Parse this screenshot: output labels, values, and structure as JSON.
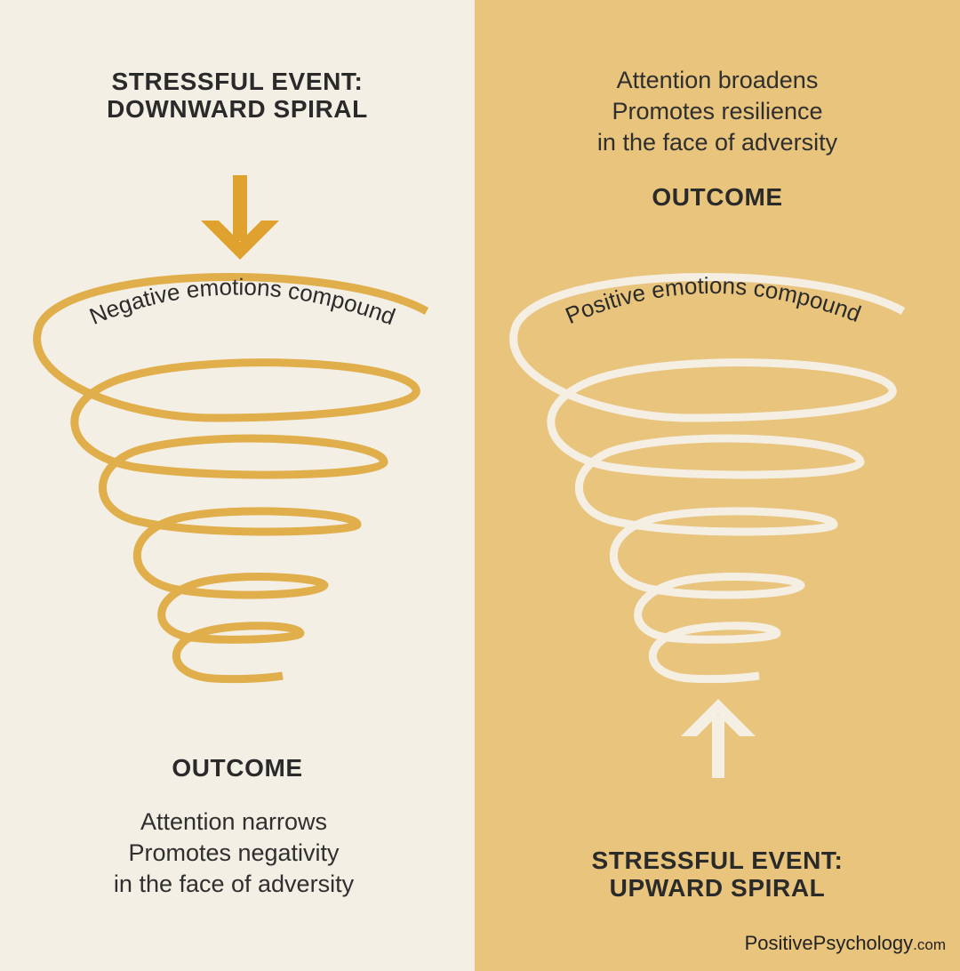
{
  "downward": {
    "title_line1": "STRESSFUL EVENT:",
    "title_line2": "DOWNWARD SPIRAL",
    "spiral_label": "Negative emotions compound",
    "outcome_heading": "OUTCOME",
    "outcome_lines": [
      "Attention narrows",
      "Promotes negativity",
      "in the face of adversity"
    ],
    "spiral_color": "#e0ae4a",
    "arrow_color": "#e0a22e"
  },
  "upward": {
    "outcome_lines": [
      "Attention broadens",
      "Promotes resilience",
      "in the face of adversity"
    ],
    "outcome_heading": "OUTCOME",
    "spiral_label": "Positive emotions compound",
    "title_line1": "STRESSFUL EVENT:",
    "title_line2": "UPWARD SPIRAL",
    "spiral_color": "#f4eee3",
    "arrow_color": "#f4eee3"
  },
  "footer": {
    "brand_main": "PositivePsychology",
    "brand_domain": ".com"
  }
}
